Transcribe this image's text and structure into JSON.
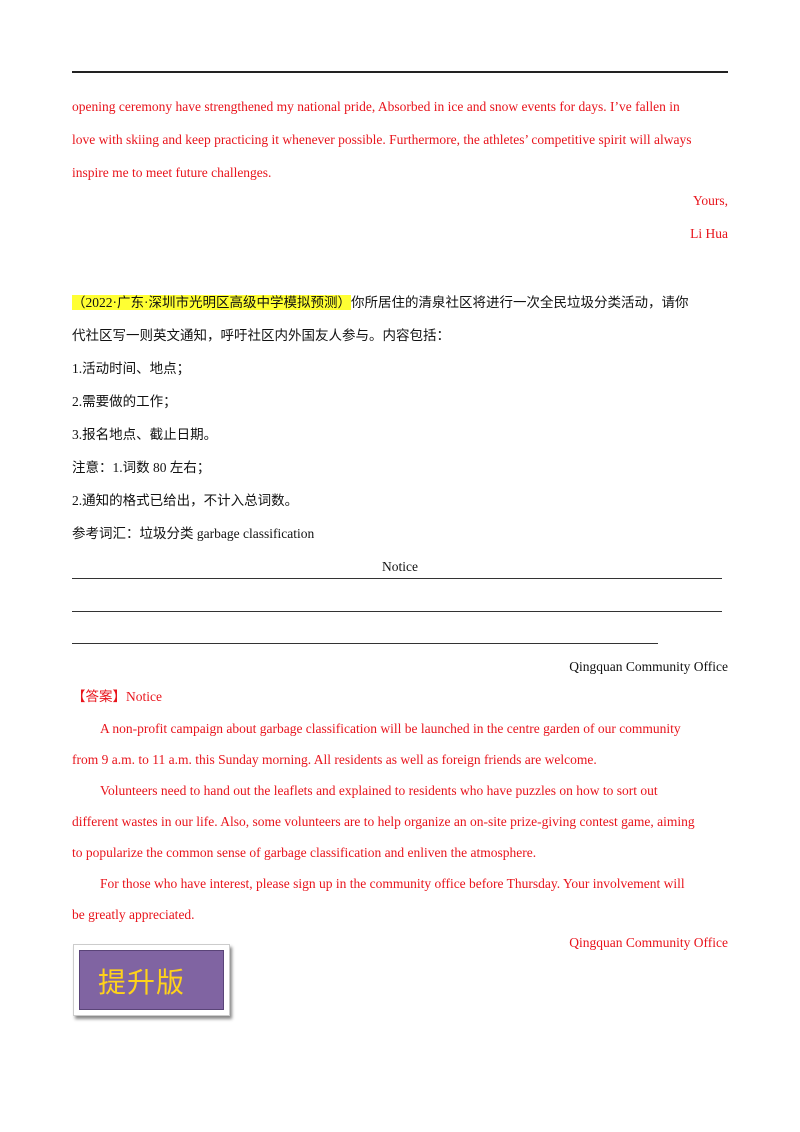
{
  "letter_tail": {
    "lines": [
      "opening ceremony have strengthened my national pride, Absorbed in ice and snow events for days. I’ve fallen in",
      "love with skiing and keep practicing it whenever possible. Furthermore, the athletes’ competitive spirit will always",
      "inspire me to meet future challenges."
    ],
    "closing": "Yours,",
    "signature": "Li Hua"
  },
  "question": {
    "source": "（2022·广东·深圳市光明区高级中学模拟预测）",
    "prompt_line1": "你所居住的清泉社区将进行一次全民垃圾分类活动，请你",
    "prompt_line2": "代社区写一则英文通知，呼吁社区内外国友人参与。内容包括：",
    "items": [
      "1.活动时间、地点；",
      "2.需要做的工作；",
      "3.报名地点、截止日期。"
    ],
    "note1": "注意：1.词数 80 左右；",
    "note2": "2.通知的格式已给出，不计入总词数。",
    "vocab": "参考词汇：垃圾分类 garbage classification",
    "notice_title": "Notice",
    "signoff": "Qingquan Community Office"
  },
  "answer": {
    "label": "【答案】",
    "title": "Notice",
    "lines": [
      "A non-profit campaign about garbage classification will be launched in the centre garden of our community",
      "from 9 a.m. to 11 a.m. this Sunday morning. All residents as well as foreign friends are welcome.",
      "Volunteers need to hand out the leaflets and explained to residents who have puzzles on how to sort out",
      "different wastes in our life. Also, some volunteers are to help organize an on-site prize-giving contest game, aiming",
      "to popularize the common sense of garbage classification and enliven the atmosphere.",
      "For those who have interest, please sign up in the community office before Thursday. Your involvement will",
      "be greatly appreciated."
    ],
    "signoff": "Qingquan Community Office"
  },
  "badge": {
    "label": "提升版"
  },
  "colors": {
    "answer_red": "#e8141c",
    "highlight": "#ffff33",
    "badge_bg": "#8064a2",
    "badge_text": "#ffd21a"
  }
}
